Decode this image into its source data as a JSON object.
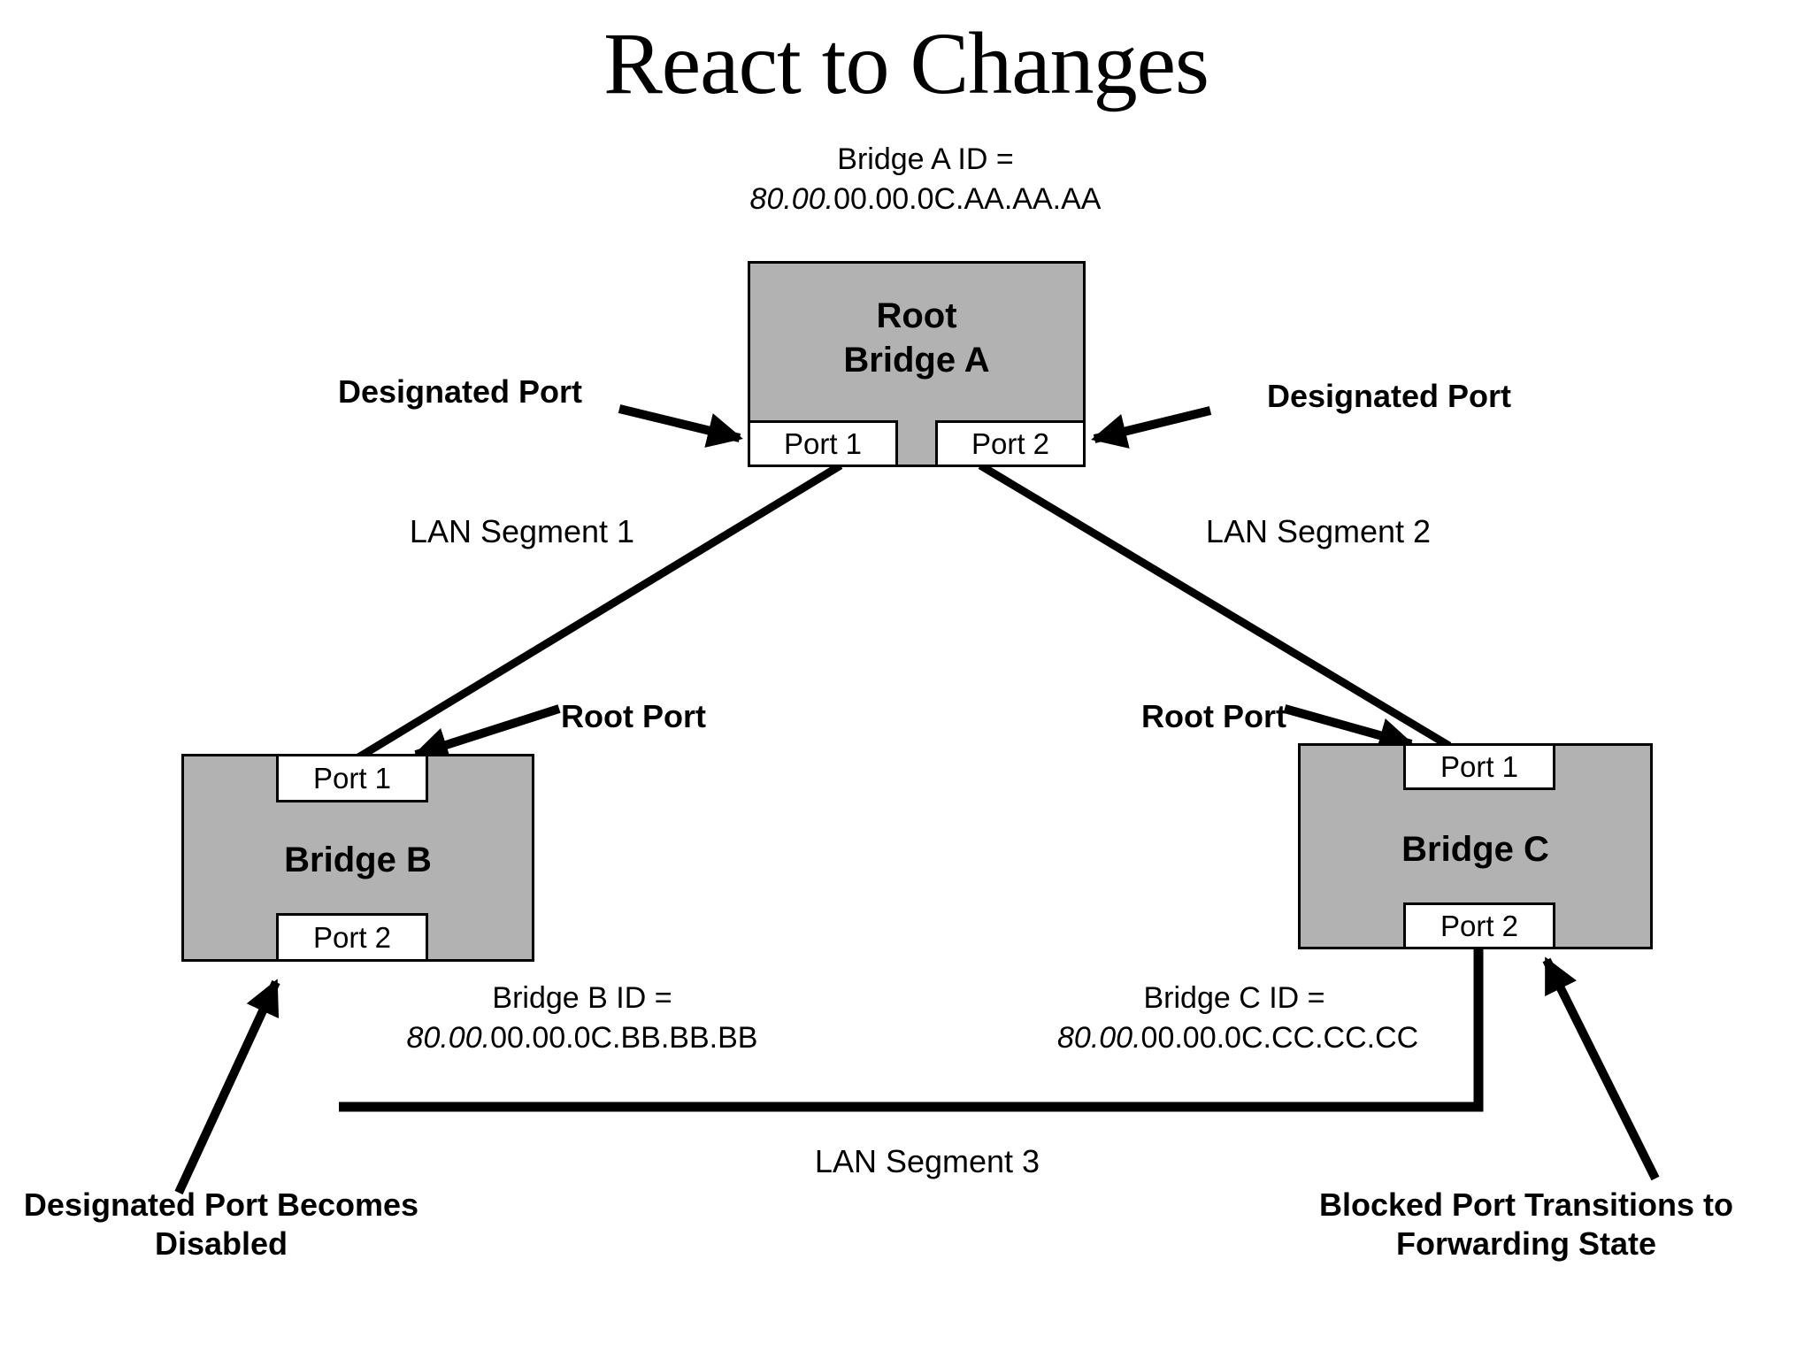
{
  "title": "React to Changes",
  "bridge_a": {
    "id_label": "Bridge A ID =",
    "id_italic": "80.00.",
    "id_rest": "00.00.0C.AA.AA.AA",
    "name_line1": "Root",
    "name_line2": "Bridge A",
    "port1": "Port 1",
    "port2": "Port 2"
  },
  "bridge_b": {
    "name": "Bridge B",
    "id_label": "Bridge B ID =",
    "id_italic": "80.00.",
    "id_rest": "00.00.0C.BB.BB.BB",
    "port1": "Port 1",
    "port2": "Port 2"
  },
  "bridge_c": {
    "name": "Bridge C",
    "id_label": "Bridge C ID =",
    "id_italic": "80.00.",
    "id_rest": "00.00.0C.CC.CC.CC",
    "port1": "Port 1",
    "port2": "Port 2"
  },
  "labels": {
    "designated_port_left": "Designated Port",
    "designated_port_right": "Designated Port",
    "root_port_left": "Root Port",
    "root_port_right": "Root Port",
    "lan1": "LAN Segment 1",
    "lan2": "LAN Segment 2",
    "lan3": "LAN Segment 3",
    "disabled_line1": "Designated Port Becomes",
    "disabled_line2": "Disabled",
    "blocked_line1": "Blocked Port Transitions to",
    "blocked_line2": "Forwarding State"
  },
  "colors": {
    "background": "#ffffff",
    "bridge_fill": "#b2b2b2",
    "line": "#000000"
  }
}
